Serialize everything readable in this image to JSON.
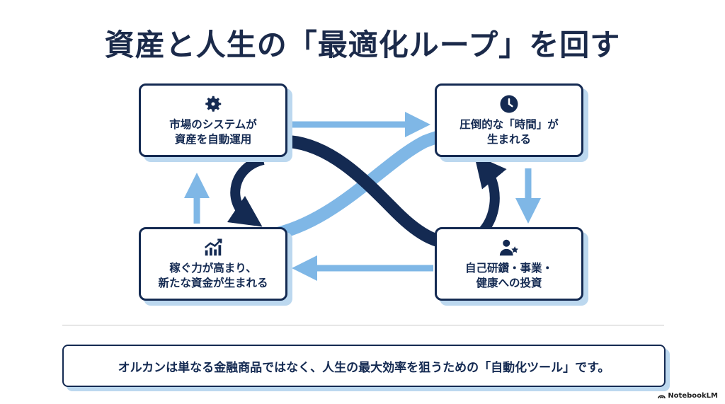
{
  "title": "資産と人生の「最適化ループ」を回す",
  "boxes": {
    "top_left": {
      "label": "市場のシステムが\n資産を自動運用",
      "icon": "gear-icon"
    },
    "top_right": {
      "label": "圧倒的な「時間」が\n生まれる",
      "icon": "clock-icon"
    },
    "bottom_right": {
      "label": "自己研鑽・事業・\n健康への投資",
      "icon": "person-star-icon"
    },
    "bottom_left": {
      "label": "稼ぐ力が高まり、\n新たな資金が生まれる",
      "icon": "growth-chart-icon"
    }
  },
  "footer": {
    "text": "オルカンは単なる金融商品ではなく、人生の最大効率を狙うための「自動化ツール」です。"
  },
  "brand": {
    "text": "NotebookLM"
  },
  "colors": {
    "navy": "#142a52",
    "light_blue": "#7fb7e6",
    "shadow": "#bcd8ef"
  }
}
